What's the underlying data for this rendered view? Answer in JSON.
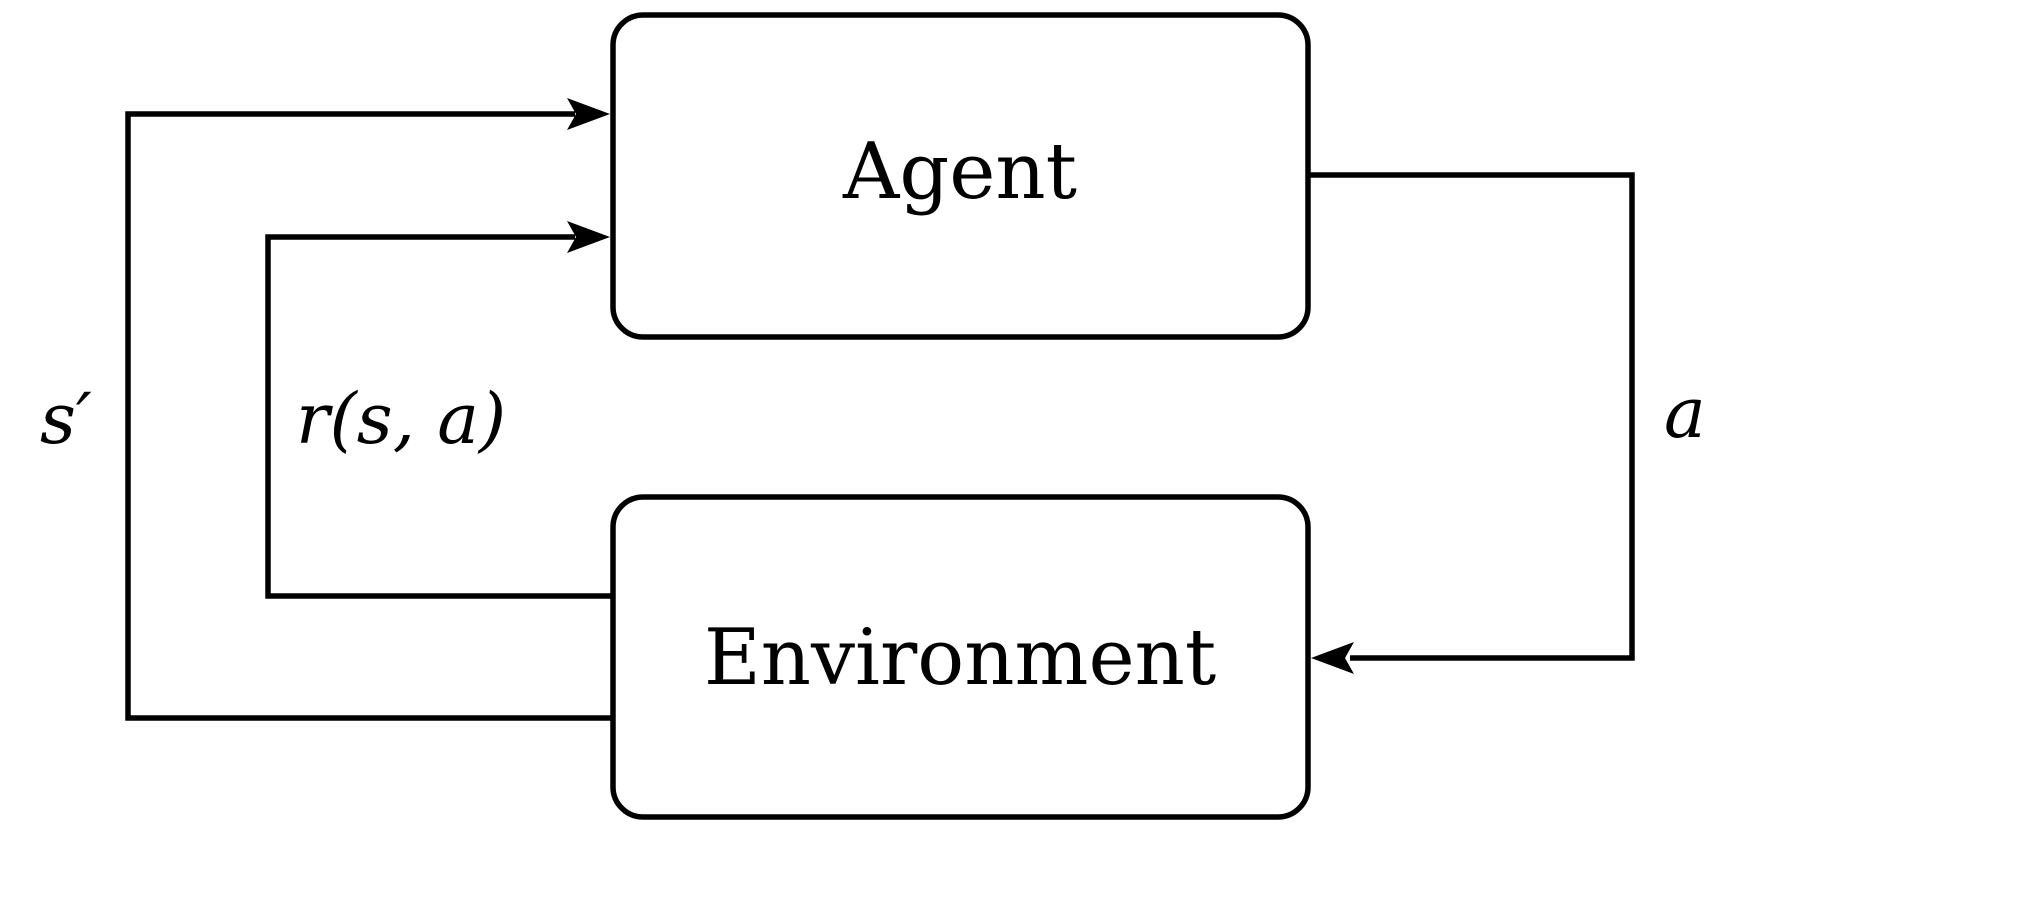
{
  "nodes": {
    "agent": {
      "label": "Agent"
    },
    "environment": {
      "label": "Environment"
    }
  },
  "edges": {
    "next_state": {
      "label": "s′",
      "from": "Environment",
      "to": "Agent"
    },
    "reward": {
      "label": "r(s, a)",
      "from": "Environment",
      "to": "Agent"
    },
    "action": {
      "label": "a",
      "from": "Agent",
      "to": "Environment"
    }
  },
  "colors": {
    "stroke": "#000000",
    "background": "#ffffff"
  }
}
